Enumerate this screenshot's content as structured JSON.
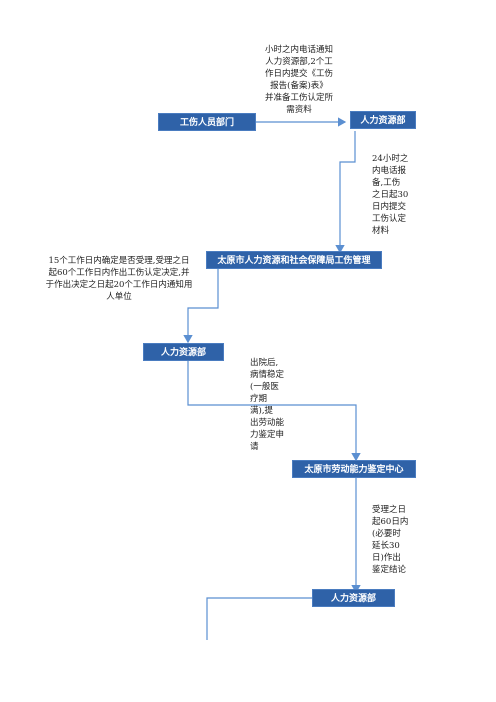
{
  "colors": {
    "node_fill": "#2f62a8",
    "connector": "#5b8fd1"
  },
  "nodes": {
    "injured_dept": "工伤人员部门",
    "hr_1": "人力资源部",
    "bureau": "太原市人力资源和社会保障局工伤管理",
    "hr_2": "人力资源部",
    "appraisal_center": "太原市劳动能力鉴定中心",
    "hr_3": "人力资源部"
  },
  "notes": {
    "n1": "小时之内电话通知\n人力资源部,2个工\n作日内提交《工伤\n报告(备案)表》\n并准备工伤认定所\n需资料",
    "n2": "24小时之\n内电话报\n备,工伤\n之日起30\n日内提交\n工伤认定\n材料",
    "n3": "15个工作日内确定是否受理,受理之日\n起60个工作日内作出工伤认定决定,并\n于作出决定之日起20个工作日内通知用\n人单位",
    "n4": "出院后,\n病情稳定\n(一般医\n疗期\n满),提\n出劳动能\n力鉴定申\n请",
    "n5": "受理之日\n起60日内\n(必要时\n延长30\n日)作出\n鉴定结论"
  }
}
